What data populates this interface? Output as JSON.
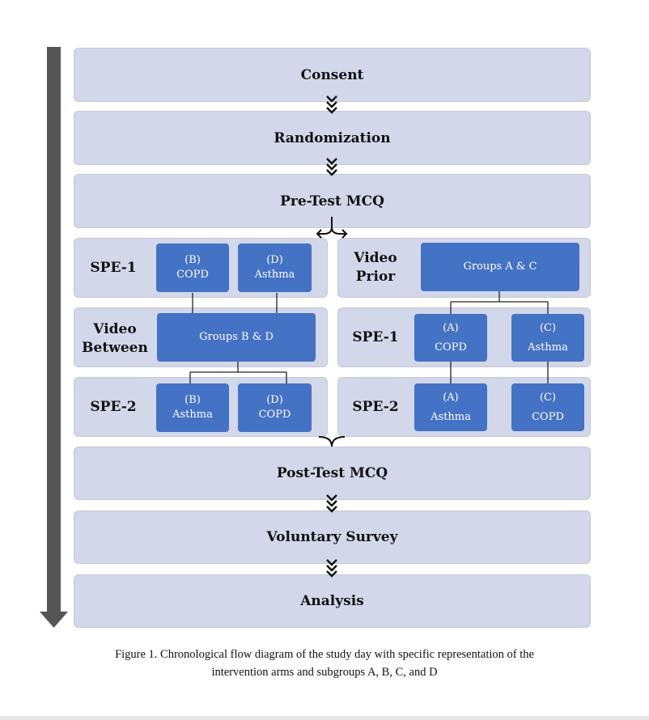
{
  "stages": {
    "consent": "Consent",
    "randomization": "Randomization",
    "pretest": "Pre-Test MCQ",
    "posttest": "Post-Test MCQ",
    "survey": "Voluntary Survey",
    "analysis": "Analysis"
  },
  "left_arm": {
    "row1_label": "SPE-1",
    "row1_boxes": [
      {
        "group": "(B)",
        "topic": "COPD"
      },
      {
        "group": "(D)",
        "topic": "Asthma"
      }
    ],
    "row2_label_line1": "Video",
    "row2_label_line2": "Between",
    "row2_box": "Groups B & D",
    "row3_label": "SPE-2",
    "row3_boxes": [
      {
        "group": "(B)",
        "topic": "Asthma"
      },
      {
        "group": "(D)",
        "topic": "COPD"
      }
    ]
  },
  "right_arm": {
    "row1_label_line1": "Video",
    "row1_label_line2": "Prior",
    "row1_box": "Groups A & C",
    "row2_label": "SPE-1",
    "row2_boxes": [
      {
        "group": "(A)",
        "topic": "COPD"
      },
      {
        "group": "(C)",
        "topic": "Asthma"
      }
    ],
    "row3_label": "SPE-2",
    "row3_boxes": [
      {
        "group": "(A)",
        "topic": "Asthma"
      },
      {
        "group": "(C)",
        "topic": "COPD"
      }
    ]
  },
  "caption": {
    "line1": "Figure 1. Chronological flow diagram of the study day with specific representation of the",
    "line2": "intervention arms and subgroups A, B, C, and D"
  },
  "colors": {
    "stage_fill": "#d2d7ea",
    "box_fill": "#4472c4",
    "timeline_arrow": "#555555"
  }
}
